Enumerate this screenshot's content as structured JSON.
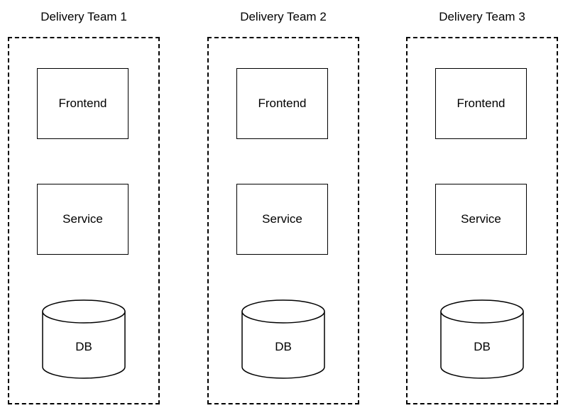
{
  "teams": [
    {
      "title": "Delivery Team 1",
      "frontend": "Frontend",
      "service": "Service",
      "db": "DB"
    },
    {
      "title": "Delivery Team 2",
      "frontend": "Frontend",
      "service": "Service",
      "db": "DB"
    },
    {
      "title": "Delivery Team 3",
      "frontend": "Frontend",
      "service": "Service",
      "db": "DB"
    }
  ],
  "colors": {
    "stroke": "#000000",
    "background": "#ffffff"
  }
}
